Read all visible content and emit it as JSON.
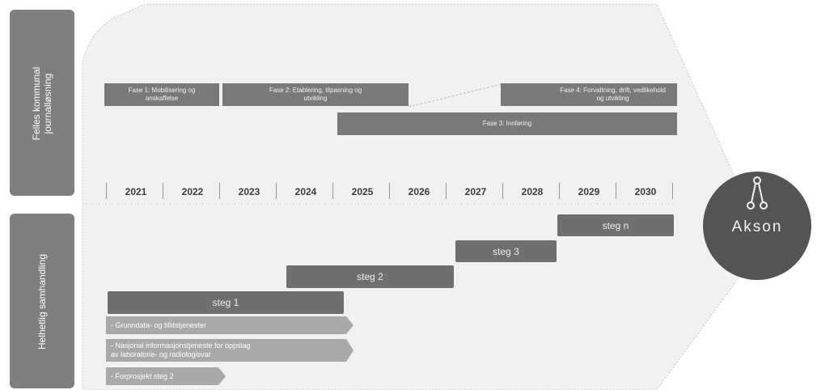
{
  "side_labels": {
    "top": "Felles kommunal\njournalløsning",
    "bottom": "Helhetlig samhandling"
  },
  "phases": [
    "Fase 1: Mobilisering og\nanskaffelse",
    "Fase 2: Etablering, tilpasning og\nutvikling",
    "Fase 4: Forvaltning, drift, vedlikehold\nog utvikling",
    "Fase 3: Innføring"
  ],
  "years": [
    "2021",
    "2022",
    "2023",
    "2024",
    "2025",
    "2026",
    "2027",
    "2028",
    "2029",
    "2030"
  ],
  "steps": [
    "steg 1",
    "steg 2",
    "steg 3",
    "steg n"
  ],
  "activities": [
    "- Grunndata- og tillitstjenester",
    "- Nasjonal informasjonstjeneste for oppslag\n  av laboratorie- og radiologisvar",
    "- Forprosjekt steg 2"
  ],
  "logo": {
    "text": "Akson"
  },
  "colors": {
    "background_band": "#f0f0f0",
    "side_box": "#7f7f7f",
    "phase_bar": "#7a7a7a",
    "step_bar": "#6f6f6f",
    "activity_arrow": "#a9a9a9",
    "logo_circle": "#545454"
  }
}
